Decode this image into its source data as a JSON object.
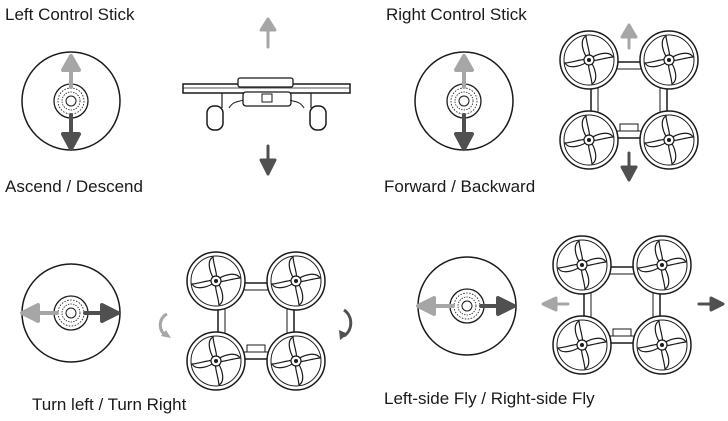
{
  "headings": {
    "left_stick": "Left Control Stick",
    "right_stick": "Right Control Stick"
  },
  "captions": {
    "ascend_descend": "Ascend / Descend",
    "forward_backward": "Forward / Backward",
    "turn": "Turn left / Turn Right",
    "side_fly": "Left-side Fly / Right-side Fly"
  },
  "colors": {
    "light_arrow": "#a6a6a6",
    "dark_arrow": "#505050",
    "line": "#1a1a1a"
  }
}
